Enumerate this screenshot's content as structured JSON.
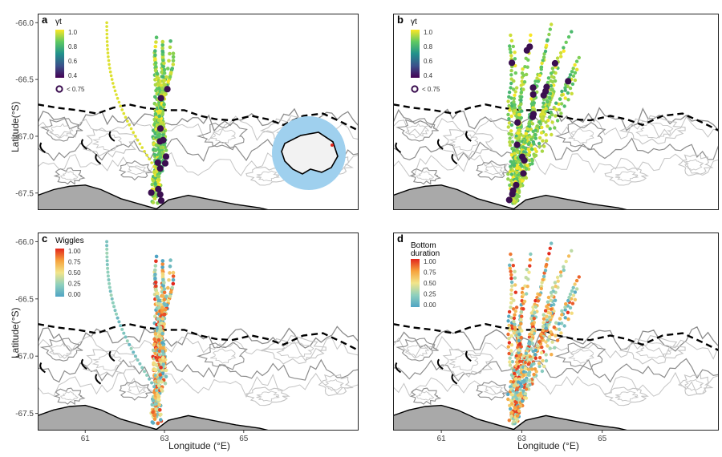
{
  "figure": {
    "y_axis_label": "Latitude(°S)",
    "x_axis_label": "Longitude (°E)"
  },
  "axes": {
    "lon_range": [
      59.8,
      67.9
    ],
    "lat_range": [
      -67.65,
      -65.92
    ],
    "x_ticks": [
      "61",
      "63",
      "65"
    ],
    "y_ticks": [
      "-66.0",
      "-66.5",
      "-67.0",
      "-67.5"
    ],
    "x_tick_values": [
      61,
      63,
      65
    ],
    "y_tick_values": [
      -66.0,
      -66.5,
      -67.0,
      -67.5
    ]
  },
  "panels": [
    {
      "id": "a",
      "label": "a",
      "legend_title": "γt",
      "legend_ticks": [
        "1.0",
        "0.8",
        "0.6",
        "0.4"
      ],
      "legend_note": "< 0.75",
      "palette": "viridis",
      "show_inset": true,
      "show_x_axis": false,
      "show_y_axis": true
    },
    {
      "id": "b",
      "label": "b",
      "legend_title": "γt",
      "legend_ticks": [
        "1.0",
        "0.8",
        "0.6",
        "0.4"
      ],
      "legend_note": "< 0.75",
      "palette": "viridis",
      "show_inset": false,
      "show_x_axis": false,
      "show_y_axis": false
    },
    {
      "id": "c",
      "label": "c",
      "legend_title": "Wiggles",
      "legend_ticks": [
        "1.00",
        "0.75",
        "0.50",
        "0.25",
        "0.00"
      ],
      "legend_note": "",
      "palette": "spectral",
      "show_inset": false,
      "show_x_axis": true,
      "show_y_axis": true
    },
    {
      "id": "d",
      "label": "d",
      "legend_title": "Bottom",
      "legend_title2": "duration",
      "legend_ticks": [
        "1.00",
        "0.75",
        "0.50",
        "0.25",
        "0.00"
      ],
      "legend_note": "",
      "palette": "spectral",
      "show_inset": false,
      "show_x_axis": true,
      "show_y_axis": false
    }
  ],
  "colors": {
    "land": "#a9a9a9",
    "coast": "#000000",
    "isobath_dark": "#8c8c8c",
    "isobath_light": "#c4c4c4",
    "shelf_break": "#000000",
    "inset_ocean": "#9fd0ee",
    "inset_land": "#f2f2f2",
    "highlight_ring": "#3b0f50",
    "viridis": [
      "#440154",
      "#3b528b",
      "#21918c",
      "#5ec962",
      "#fde725"
    ],
    "spectral": [
      "#4fa4c4",
      "#8fd0bd",
      "#f2e58a",
      "#f6a23c",
      "#e2261c"
    ]
  }
}
